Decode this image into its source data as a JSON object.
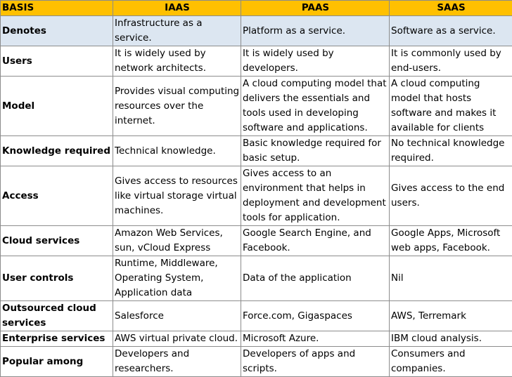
{
  "table": {
    "headers": [
      "BASIS",
      "IAAS",
      "PAAS",
      "SAAS"
    ],
    "rows": [
      {
        "basis": "Denotes",
        "iaas": "Infrastructure as a service.",
        "paas": "Platform as a service.",
        "saas": "Software as a service."
      },
      {
        "basis": "Users",
        "iaas": "It is widely used by network architects.",
        "paas": "It is widely used by developers.",
        "saas": "It is commonly used by end-users."
      },
      {
        "basis": "Model",
        "iaas": "Provides visual computing resources over the internet.",
        "paas": "A cloud computing model that delivers the essentials and tools used in developing software and applications.",
        "saas": "A cloud computing model that hosts software and makes it available for clients"
      },
      {
        "basis": "Knowledge required",
        "iaas": "Technical knowledge.",
        "paas": "Basic knowledge required for basic setup.",
        "saas": "No technical knowledge required."
      },
      {
        "basis": "Access",
        "iaas": "Gives access to resources like virtual storage virtual machines.",
        "paas": "Gives access to an environment that helps in deployment and development tools for application.",
        "saas": "Gives access to the end users."
      },
      {
        "basis": "Cloud services",
        "iaas": "Amazon Web Services, sun, vCloud Express",
        "paas": "Google Search Engine, and Facebook.",
        "saas": "Google Apps, Microsoft web apps, Facebook."
      },
      {
        "basis": "User controls",
        "iaas": "Runtime, Middleware, Operating System, Application data",
        "paas": "Data of the application",
        "saas": "Nil"
      },
      {
        "basis": "Outsourced cloud services",
        "iaas": "Salesforce",
        "paas": "Force.com, Gigaspaces",
        "saas": "AWS, Terremark"
      },
      {
        "basis": "Enterprise services",
        "iaas": "AWS virtual private cloud.",
        "paas": "Microsoft Azure.",
        "saas": "IBM cloud analysis."
      },
      {
        "basis": "Popular among",
        "iaas": "Developers and researchers.",
        "paas": "Developers of apps and scripts.",
        "saas": "Consumers and companies."
      }
    ]
  },
  "colors": {
    "header_background": "#ffc000",
    "highlight_row_background": "#dce6f1",
    "grid_line": "#8c8c8c"
  }
}
